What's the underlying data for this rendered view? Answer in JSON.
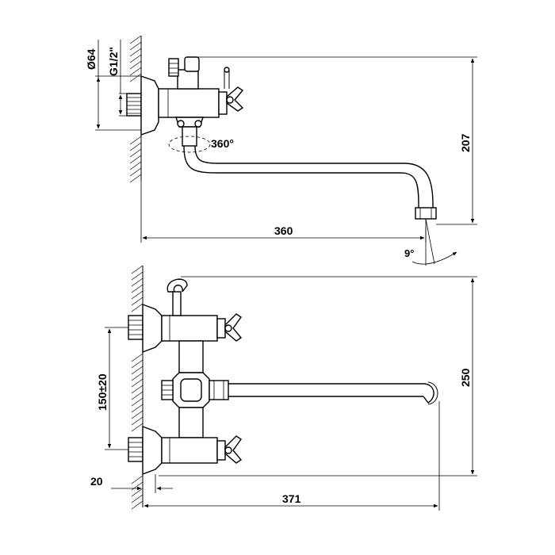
{
  "top_view": {
    "dim_diameter": "Ø64",
    "dim_thread": "G1/2\"",
    "dim_rotation": "360°",
    "dim_height": "207",
    "dim_spout_length": "360",
    "dim_angle": "9°"
  },
  "bottom_view": {
    "dim_centers": "150±20",
    "dim_height": "250",
    "dim_wall_gap": "20",
    "dim_length": "371"
  }
}
